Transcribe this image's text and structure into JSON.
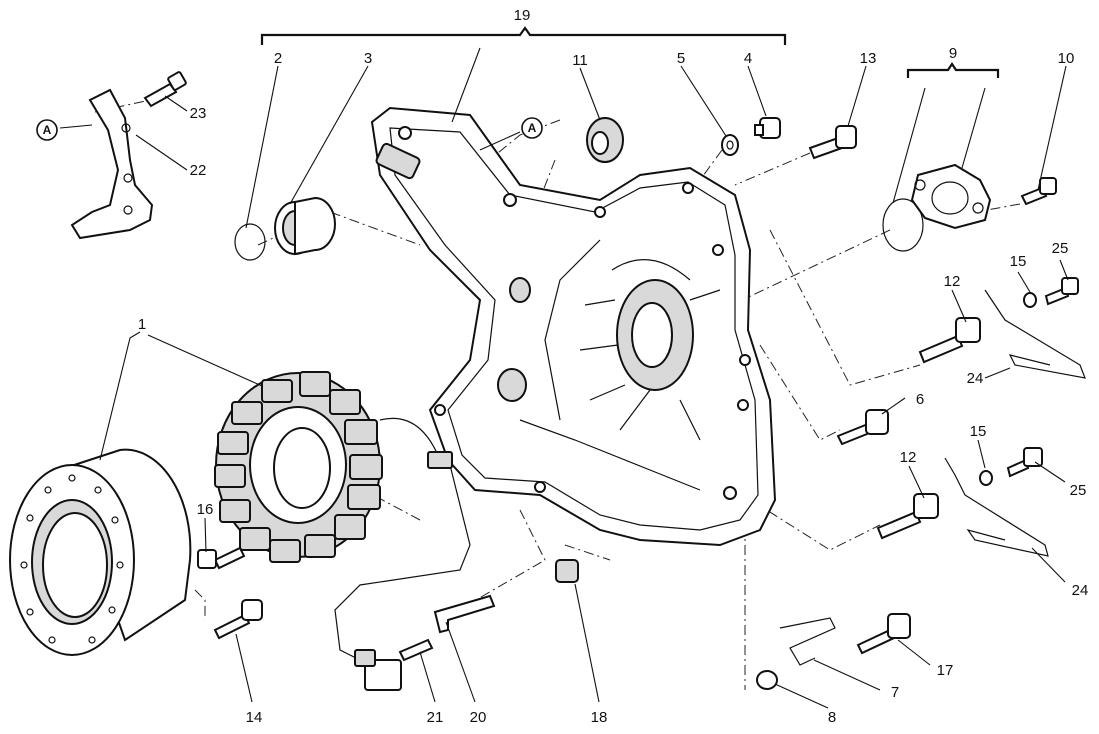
{
  "callout": "A",
  "labels": [
    {
      "id": "l19",
      "text": "19"
    },
    {
      "id": "l2",
      "text": "2"
    },
    {
      "id": "l3",
      "text": "3"
    },
    {
      "id": "l11",
      "text": "11"
    },
    {
      "id": "l5",
      "text": "5"
    },
    {
      "id": "l4",
      "text": "4"
    },
    {
      "id": "l13",
      "text": "13"
    },
    {
      "id": "l9",
      "text": "9"
    },
    {
      "id": "l10",
      "text": "10"
    },
    {
      "id": "l23",
      "text": "23"
    },
    {
      "id": "l22",
      "text": "22"
    },
    {
      "id": "l15a",
      "text": "15"
    },
    {
      "id": "l25a",
      "text": "25"
    },
    {
      "id": "l12a",
      "text": "12"
    },
    {
      "id": "l24a",
      "text": "24"
    },
    {
      "id": "l1",
      "text": "1"
    },
    {
      "id": "l6",
      "text": "6"
    },
    {
      "id": "l15b",
      "text": "15"
    },
    {
      "id": "l12b",
      "text": "12"
    },
    {
      "id": "l25b",
      "text": "25"
    },
    {
      "id": "l16",
      "text": "16"
    },
    {
      "id": "l24b",
      "text": "24"
    },
    {
      "id": "l17",
      "text": "17"
    },
    {
      "id": "l7",
      "text": "7"
    },
    {
      "id": "l14",
      "text": "14"
    },
    {
      "id": "l21",
      "text": "21"
    },
    {
      "id": "l20",
      "text": "20"
    },
    {
      "id": "l18",
      "text": "18"
    },
    {
      "id": "l8",
      "text": "8"
    }
  ]
}
